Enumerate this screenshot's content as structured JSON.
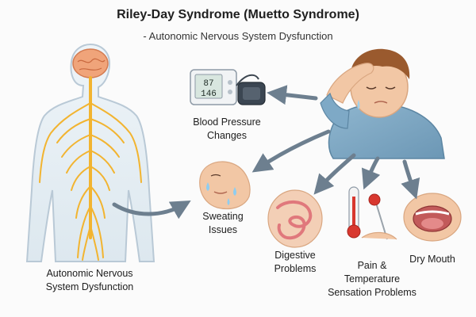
{
  "header": {
    "title": "Riley-Day Syndrome (Muetto Syndrome)",
    "subtitle": "- Autonomic Nervous System Dysfunction"
  },
  "labels": {
    "ans_dysfunction": [
      "Autonomic Nervous",
      "System Dysfunction"
    ],
    "blood_pressure": [
      "Blood Pressure",
      "Changes"
    ],
    "sweating": [
      "Sweating",
      "Issues"
    ],
    "digestive": [
      "Digestive",
      "Problems"
    ],
    "pain_temp": [
      "Pain &",
      "Temperature",
      "Sensation Problems"
    ],
    "dry_mouth": [
      "Dry Mouth"
    ]
  },
  "monitor": {
    "systolic": "87",
    "diastolic": "146"
  },
  "colors": {
    "nerve": "#f2b430",
    "body_outline": "#b9c9d6",
    "arrow": "#6d7f8f",
    "shirt": "#7ea9c6",
    "skin": "#f2c7a5",
    "brain": "#f0a47a"
  },
  "icons": {
    "arrows": "gray-curved-arrow",
    "monitor": "blood-pressure-monitor-icon",
    "thermometer": "thermometer-icon"
  }
}
